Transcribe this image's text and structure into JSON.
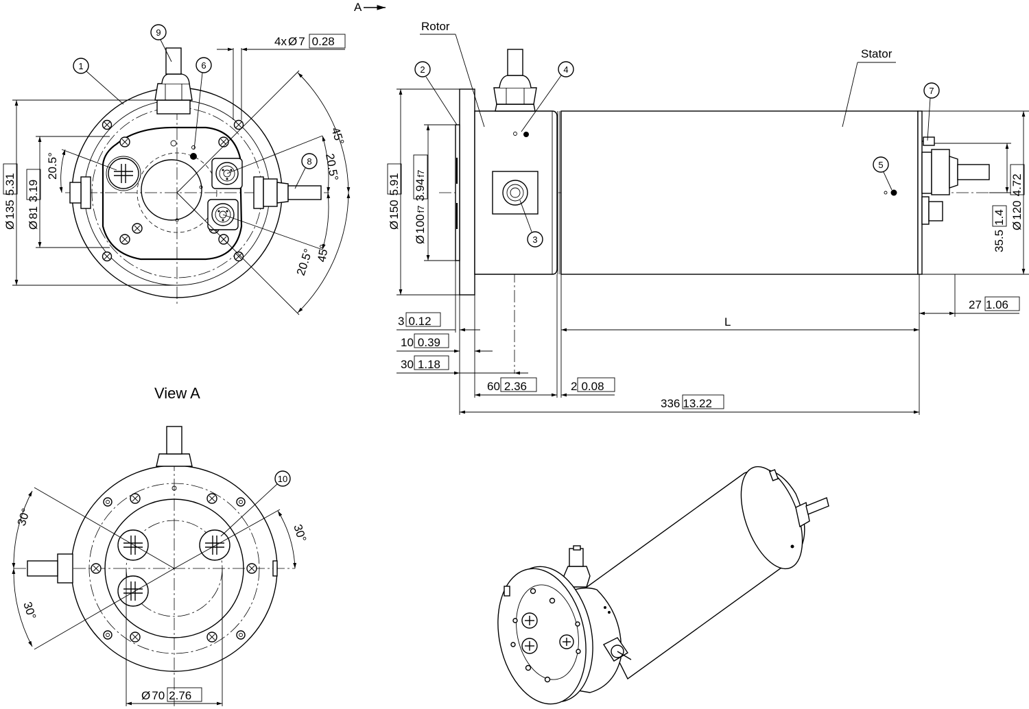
{
  "view_arrow": "A",
  "labels": {
    "rotor": "Rotor",
    "stator": "Stator",
    "view_a": "View A"
  },
  "callouts": [
    "1",
    "2",
    "3",
    "4",
    "5",
    "6",
    "7",
    "8",
    "9",
    "10"
  ],
  "dimensions": {
    "holes_prefix": "4x",
    "holes_dia": "7",
    "holes_in": "0.28",
    "d135": "135",
    "d135_in": "5.31",
    "d81": "81",
    "d81_in": "3.19",
    "d150": "150",
    "d150_in": "5.91",
    "d100": "100",
    "d100_tol": "f7",
    "d100_in": "3.94",
    "d100_in_tol": "f7",
    "d120": "120",
    "d120_in": "4.72",
    "d70": "70",
    "d70_in": "2.76",
    "l3": "3",
    "l3_in": "0.12",
    "l10": "10",
    "l10_in": "0.39",
    "l30": "30",
    "l30_in": "1.18",
    "l60": "60",
    "l60_in": "2.36",
    "l2": "2",
    "l2_in": "0.08",
    "l336": "336",
    "l336_in": "13.22",
    "l27": "27",
    "l27_in": "1.06",
    "h35": "35.5",
    "h35_in": "1.4",
    "len_L": "L",
    "ang45a": "45°",
    "ang45b": "45°",
    "ang205a": "20.5°",
    "ang205b": "20.5°",
    "ang205c": "20.5°",
    "ang30a": "30°",
    "ang30b": "30°",
    "ang30c": "30°"
  },
  "diameter_symbol": "Ø"
}
